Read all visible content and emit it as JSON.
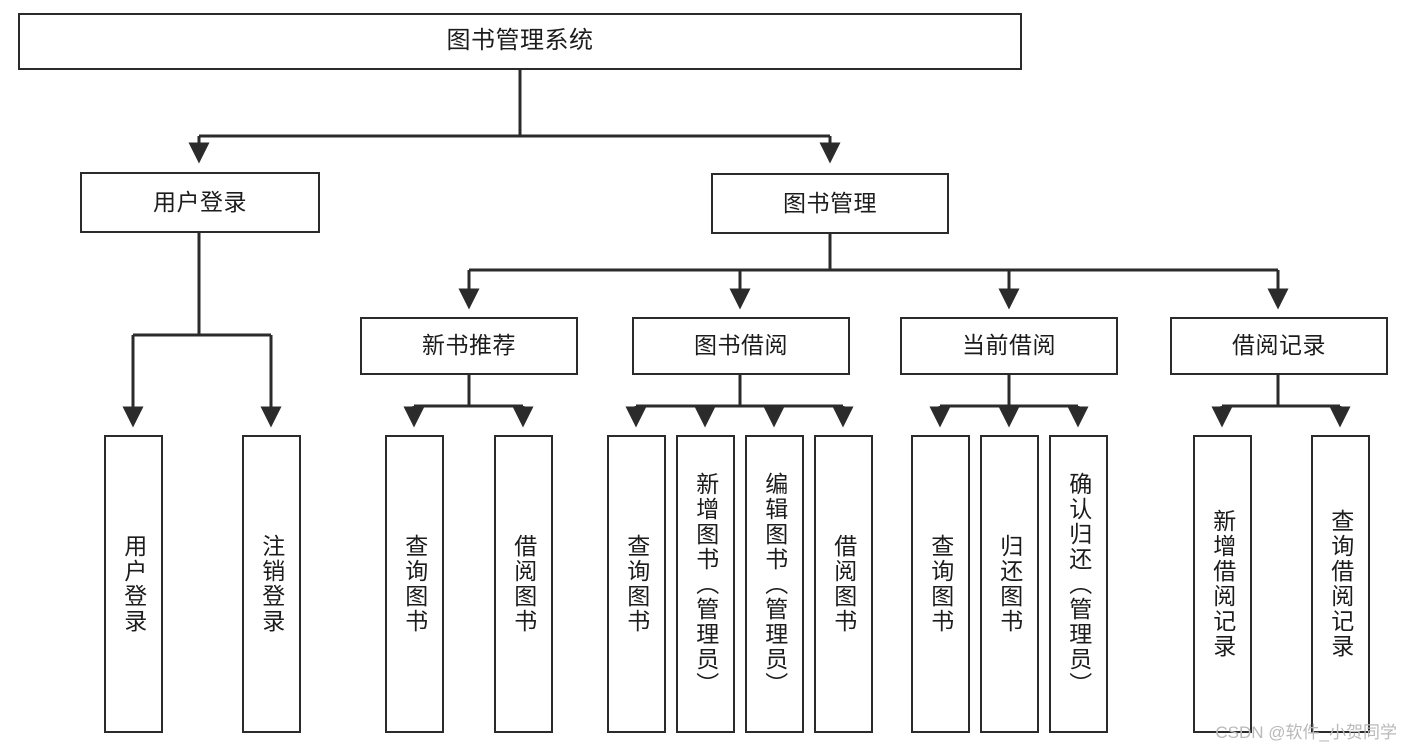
{
  "diagram": {
    "title": "图书管理系统",
    "type": "tree-hierarchy-diagram",
    "colors": {
      "stroke": "#2b2b2b",
      "fill": "#ffffff",
      "text": "#1c1c1c",
      "watermark": "#b9b9b9"
    },
    "nodes": {
      "root": {
        "label": "图书管理系统"
      },
      "level2": [
        {
          "id": "user-login",
          "label": "用户登录"
        },
        {
          "id": "book-management",
          "label": "图书管理"
        }
      ],
      "level3": [
        {
          "id": "new-book-recommend",
          "label": "新书推荐"
        },
        {
          "id": "book-borrow",
          "label": "图书借阅"
        },
        {
          "id": "current-borrow",
          "label": "当前借阅"
        },
        {
          "id": "borrow-record",
          "label": "借阅记录"
        }
      ],
      "leaves": {
        "user-login": [
          {
            "id": "leaf-user-login",
            "label": "用户登录"
          },
          {
            "id": "leaf-user-logout",
            "label": "注销登录"
          }
        ],
        "new-book-recommend": [
          {
            "id": "leaf-query-book-1",
            "label": "查询图书"
          },
          {
            "id": "leaf-borrow-book-1",
            "label": "借阅图书"
          }
        ],
        "book-borrow": [
          {
            "id": "leaf-query-book-2",
            "label": "查询图书"
          },
          {
            "id": "leaf-add-book",
            "label": "新增图书（管理员）"
          },
          {
            "id": "leaf-edit-book",
            "label": "编辑图书（管理员）"
          },
          {
            "id": "leaf-borrow-book-2",
            "label": "借阅图书"
          }
        ],
        "current-borrow": [
          {
            "id": "leaf-query-book-3",
            "label": "查询图书"
          },
          {
            "id": "leaf-return-book",
            "label": "归还图书"
          },
          {
            "id": "leaf-confirm-return",
            "label": "确认归还（管理员）"
          }
        ],
        "borrow-record": [
          {
            "id": "leaf-add-record",
            "label": "新增借阅记录"
          },
          {
            "id": "leaf-query-record",
            "label": "查询借阅记录"
          }
        ]
      }
    }
  },
  "watermark": {
    "text": "CSDN @软件_小贺同学"
  }
}
